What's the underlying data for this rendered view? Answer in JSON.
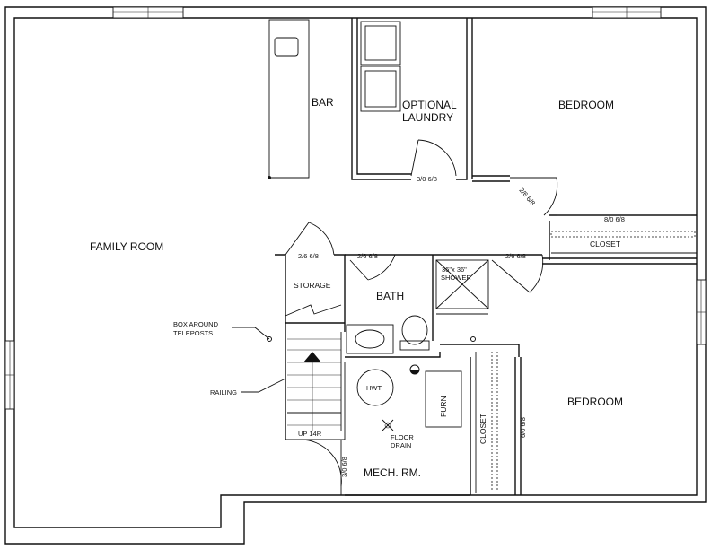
{
  "rooms": {
    "family_room": "FAMILY ROOM",
    "bar": "BAR",
    "optional_laundry_line1": "OPTIONAL",
    "optional_laundry_line2": "LAUNDRY",
    "bedroom_top": "BEDROOM",
    "bedroom_bottom": "BEDROOM",
    "storage": "STORAGE",
    "bath": "BATH",
    "mech_room": "MECH. RM.",
    "closet_top": "CLOSET",
    "closet_right": "CLOSET"
  },
  "doors": {
    "laundry_door": "3/0 6/8",
    "bedroom_top_door": "2/6 6/8",
    "closet_top_door": "8/0 6/8",
    "storage_door": "2/6 6/8",
    "bath_door": "2/6 6/8",
    "bedroom_bottom_door": "2/6 6/8",
    "mech_door": "3/0 6/8",
    "closet_right_door": "6/0 6/8"
  },
  "fixtures": {
    "shower_line1": "36\"x 36\"",
    "shower_line2": "SHOWER",
    "hwt": "HWT",
    "furn": "FURN",
    "floor_drain_line1": "FLOOR",
    "floor_drain_line2": "DRAIN",
    "stairs": "UP 14R"
  },
  "notes": {
    "box_around_line1": "BOX AROUND",
    "box_around_line2": "TELEPOSTS",
    "railing": "RAILING"
  }
}
